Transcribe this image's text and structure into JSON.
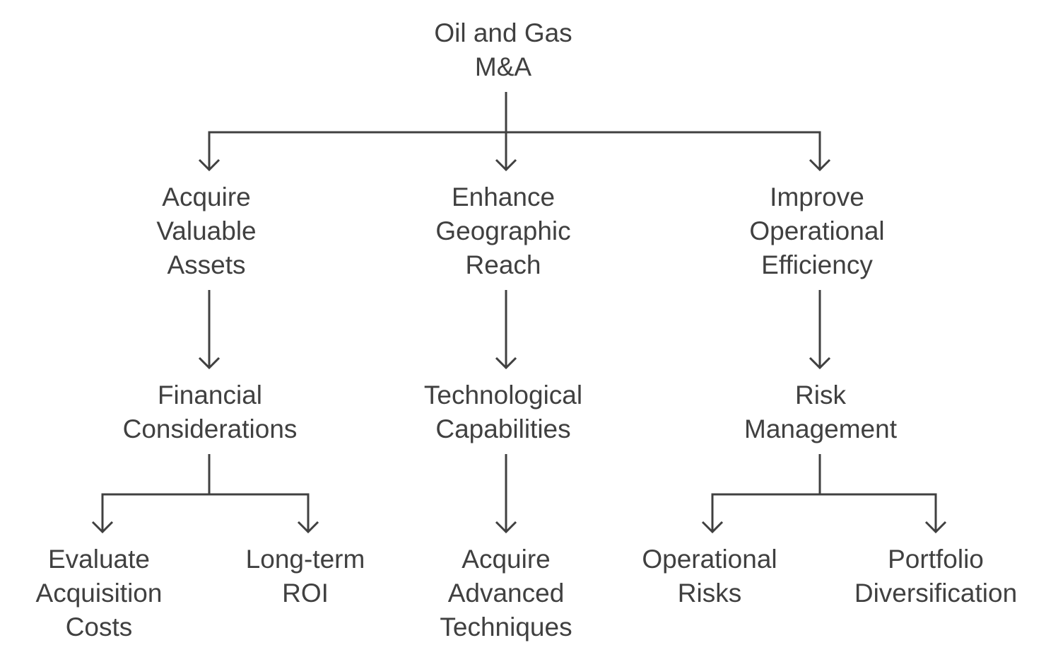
{
  "diagram": {
    "type": "tree",
    "nodes": [
      {
        "id": "root",
        "label": "Oil and Gas\nM&A"
      },
      {
        "id": "acquire-assets",
        "label": "Acquire\nValuable\nAssets"
      },
      {
        "id": "geographic-reach",
        "label": "Enhance\nGeographic\nReach"
      },
      {
        "id": "operational-efficiency",
        "label": "Improve\nOperational\nEfficiency"
      },
      {
        "id": "financial-considerations",
        "label": "Financial\nConsiderations"
      },
      {
        "id": "technological-capabilities",
        "label": "Technological\nCapabilities"
      },
      {
        "id": "risk-management",
        "label": "Risk\nManagement"
      },
      {
        "id": "evaluate-costs",
        "label": "Evaluate\nAcquisition\nCosts"
      },
      {
        "id": "long-term-roi",
        "label": "Long-term\nROI"
      },
      {
        "id": "advanced-techniques",
        "label": "Acquire\nAdvanced\nTechniques"
      },
      {
        "id": "operational-risks",
        "label": "Operational\nRisks"
      },
      {
        "id": "portfolio-diversification",
        "label": "Portfolio\nDiversification"
      }
    ],
    "edges": [
      {
        "from": "root",
        "to": "acquire-assets"
      },
      {
        "from": "root",
        "to": "geographic-reach"
      },
      {
        "from": "root",
        "to": "operational-efficiency"
      },
      {
        "from": "acquire-assets",
        "to": "financial-considerations"
      },
      {
        "from": "geographic-reach",
        "to": "technological-capabilities"
      },
      {
        "from": "operational-efficiency",
        "to": "risk-management"
      },
      {
        "from": "financial-considerations",
        "to": "evaluate-costs"
      },
      {
        "from": "financial-considerations",
        "to": "long-term-roi"
      },
      {
        "from": "technological-capabilities",
        "to": "advanced-techniques"
      },
      {
        "from": "risk-management",
        "to": "operational-risks"
      },
      {
        "from": "risk-management",
        "to": "portfolio-diversification"
      }
    ],
    "colors": {
      "line": "#404040",
      "text": "#404040",
      "background": "#ffffff"
    }
  }
}
